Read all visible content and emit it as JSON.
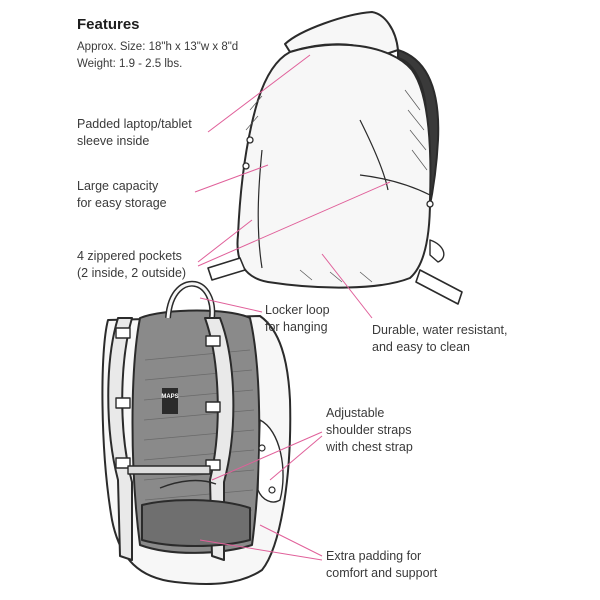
{
  "header": {
    "title": "Features",
    "specs": [
      "Approx. Size: 18\"h x 13\"w x 8\"d",
      "Weight: 1.9 - 2.5 lbs."
    ]
  },
  "callouts": {
    "laptop_sleeve": [
      "Padded laptop/tablet",
      "sleeve inside"
    ],
    "capacity": [
      "Large capacity",
      "for easy storage"
    ],
    "pockets": [
      "4 zippered pockets",
      "(2 inside, 2 outside)"
    ],
    "locker_loop": [
      "Locker loop",
      "for hanging"
    ],
    "durable": [
      "Durable, water resistant,",
      "and easy to clean"
    ],
    "straps": [
      "Adjustable",
      "shoulder straps",
      "with chest strap"
    ],
    "padding": [
      "Extra padding for",
      "comfort and support"
    ]
  },
  "back_panel_logo": "MAPS",
  "colors": {
    "leader_line": "#e0609a",
    "ink": "#2b2b2b",
    "text": "#3a3a3a",
    "mesh_panel": "#8a8a8a",
    "bag_fill": "#f7f7f7"
  }
}
